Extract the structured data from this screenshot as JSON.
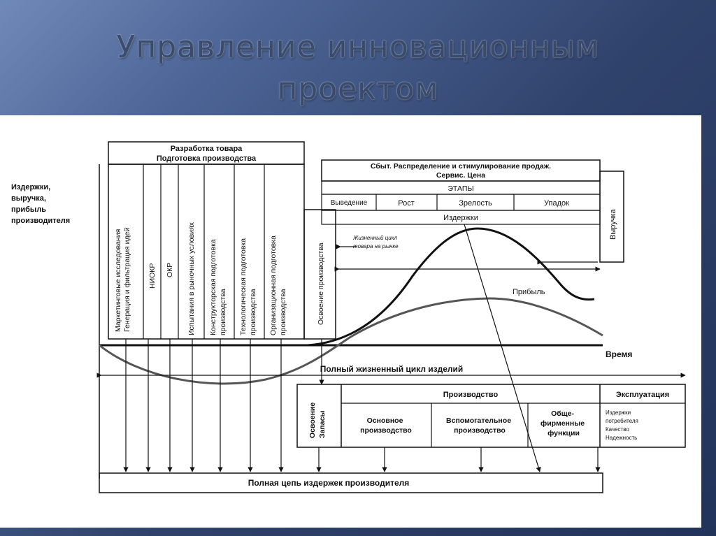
{
  "slide": {
    "title_line1": "Управление инновационным",
    "title_line2": "проектом"
  },
  "diagram": {
    "y_axis_label": [
      "Издержки,",
      "выручка,",
      "прибыль",
      "производителя"
    ],
    "development_header": [
      "Разработка товара",
      "Подготовка производства"
    ],
    "development_columns": [
      [
        "Маркетинговые исследования",
        "Генерация и фильтрация идей"
      ],
      [
        "НИОКР"
      ],
      [
        "ОКР"
      ],
      [
        "Испытания в рыночных условиях"
      ],
      [
        "Конструкторская подготовка",
        "производства"
      ],
      [
        "Технологическая подготовка",
        "производства"
      ],
      [
        "Организационная подготовка",
        "производства"
      ],
      [
        "Освоение производства"
      ]
    ],
    "sales_header": [
      "Сбыт. Распределение и стимулирование продаж.",
      "Сервис. Цена"
    ],
    "stages_label": "ЭТАПЫ",
    "stages": [
      "Выведение",
      "Рост",
      "Зрелость",
      "Упадок"
    ],
    "costs_label": "Издержки",
    "revenue_label": "Выручка",
    "lifecycle_market_label": [
      "Жизненный цикл",
      "товара на рынке"
    ],
    "profit_label": "Прибыль",
    "time_label": "Время",
    "full_lifecycle_label": "Полный жизненный цикл изделий",
    "mastering_reserves": [
      "Освоение",
      "Запасы"
    ],
    "production_label": "Производство",
    "exploitation_label": "Эксплуатация",
    "main_production": [
      "Основное",
      "производство"
    ],
    "auxiliary_production": [
      "Вспомогательное",
      "производство"
    ],
    "corporate_functions": [
      "Обще-",
      "фирменные",
      "функции"
    ],
    "consumer_items": [
      "Издержки",
      "потребителя",
      "Качество",
      "Надежность"
    ],
    "full_cost_chain": "Полная цепь издержек производителя"
  }
}
